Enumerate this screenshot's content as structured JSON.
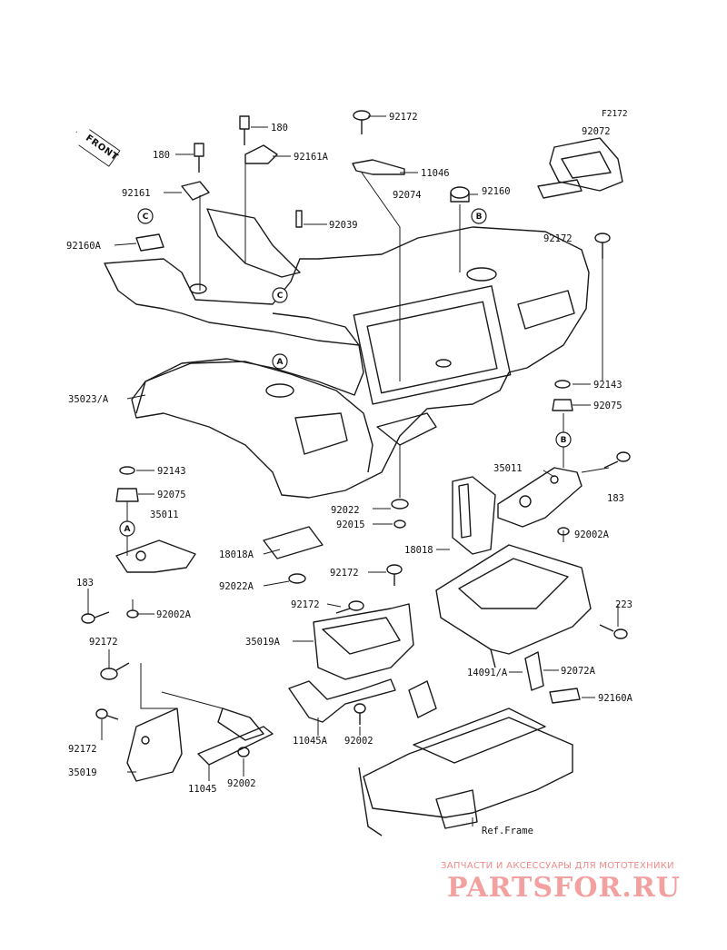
{
  "figure_code": "F2172",
  "front_label": "FRONT",
  "watermark": {
    "subtitle": "ЗАПЧАСТИ И АКСЕССУАРЫ ДЛЯ МОТОТЕХНИКИ",
    "logo": "PARTSFOR.RU"
  },
  "ref_markers": [
    "C",
    "C",
    "B",
    "A",
    "B",
    "A"
  ],
  "labels": [
    "180",
    "180",
    "92161A",
    "92172",
    "11046",
    "92161",
    "92074",
    "92039",
    "92160A",
    "92072",
    "92160",
    "92172",
    "92143",
    "92075",
    "35023/A",
    "92143",
    "92075",
    "35011",
    "183",
    "92002A",
    "35011",
    "92022",
    "92015",
    "18018A",
    "92022A",
    "18018",
    "92172",
    "92172",
    "35019A",
    "223",
    "14091/A",
    "92072A",
    "183",
    "92002A",
    "92172",
    "92160A",
    "11045A",
    "92002",
    "92172",
    "35019",
    "11045",
    "92002",
    "Ref.Frame"
  ]
}
